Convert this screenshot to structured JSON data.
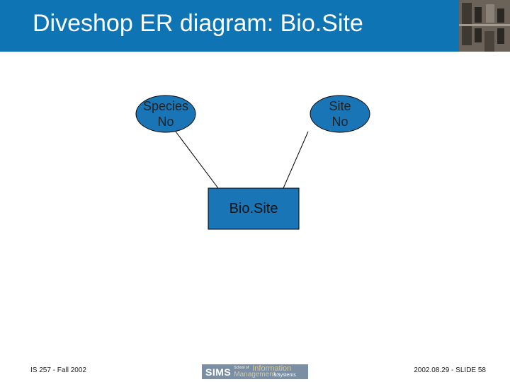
{
  "slide": {
    "title": "Diveshop ER diagram: Bio.Site",
    "footer_left": "IS 257 - Fall 2002",
    "footer_right": "2002.08.29 - SLIDE 58",
    "logo": {
      "sims": "SIMS",
      "school_of": "School of",
      "information": "Information",
      "management": "Management",
      "systems": "&Systems"
    }
  },
  "diagram": {
    "entity": {
      "label": "Bio.Site"
    },
    "attributes": [
      {
        "line1": "Species",
        "line2": "No"
      },
      {
        "line1": "Site",
        "line2": "No"
      }
    ],
    "colors": {
      "title_bar": "#0f74b3",
      "ellipse_fill": "#1a75b6",
      "entity_fill": "#1a75b6",
      "stroke": "#000000"
    }
  }
}
